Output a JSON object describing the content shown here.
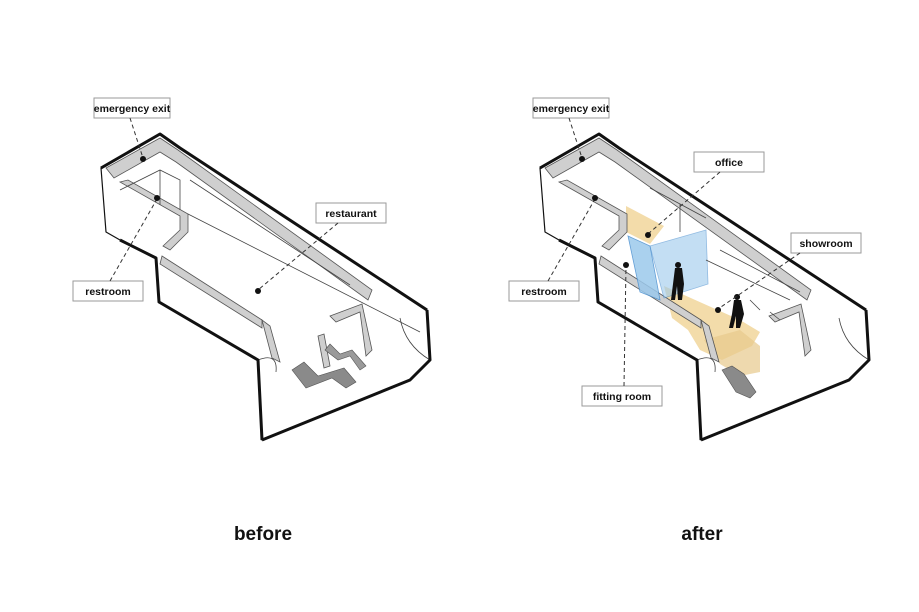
{
  "before": {
    "caption": "before",
    "labels": {
      "emergency_exit": "emergency exit",
      "restaurant": "restaurant",
      "restroom": "restroom"
    }
  },
  "after": {
    "caption": "after",
    "labels": {
      "emergency_exit": "emergency exit",
      "office": "office",
      "showroom": "showroom",
      "restroom": "restroom",
      "fitting_room": "fitting room"
    }
  },
  "colors": {
    "wall_cut": "#cfcfcf",
    "stairs": "#8a8a8a",
    "floor_highlight": "#f3dcaa",
    "glass": "#9cc9ec"
  }
}
